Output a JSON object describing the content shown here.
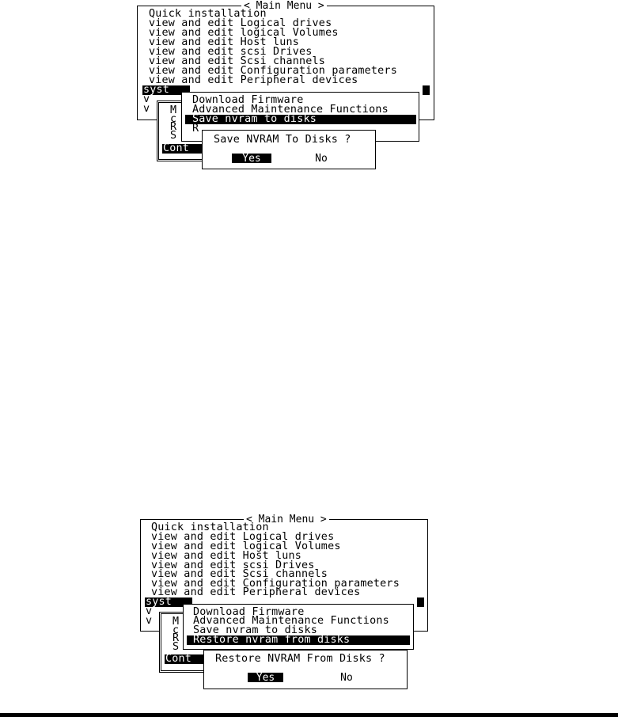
{
  "main_menu": {
    "title": "< Main Menu >",
    "items": [
      "Quick installation",
      "view and edit Logical drives",
      "view and edit logical Volumes",
      "view and edit Host luns",
      "view and edit scsi Drives",
      "view and edit Scsi channels",
      "view and edit Configuration parameters",
      "view and edit Peripheral devices",
      "syst",
      "v",
      "v"
    ]
  },
  "system_submenu": {
    "letters": [
      "M",
      "c",
      "R",
      "S"
    ],
    "selected": "Cont"
  },
  "panel1": {
    "functions": [
      "Download Firmware",
      "Advanced Maintenance Functions",
      "Save nvram to disks"
    ],
    "fragment": "R",
    "dialog_question": "Save NVRAM To Disks ?",
    "yes": "Yes",
    "no": "No"
  },
  "panel2": {
    "functions": [
      "Download Firmware",
      "Advanced Maintenance Functions",
      "Save nvram to disks",
      "Restore nvram from disks"
    ],
    "dialog_question": "Restore NVRAM From Disks ?",
    "yes": "Yes",
    "no": "No"
  }
}
